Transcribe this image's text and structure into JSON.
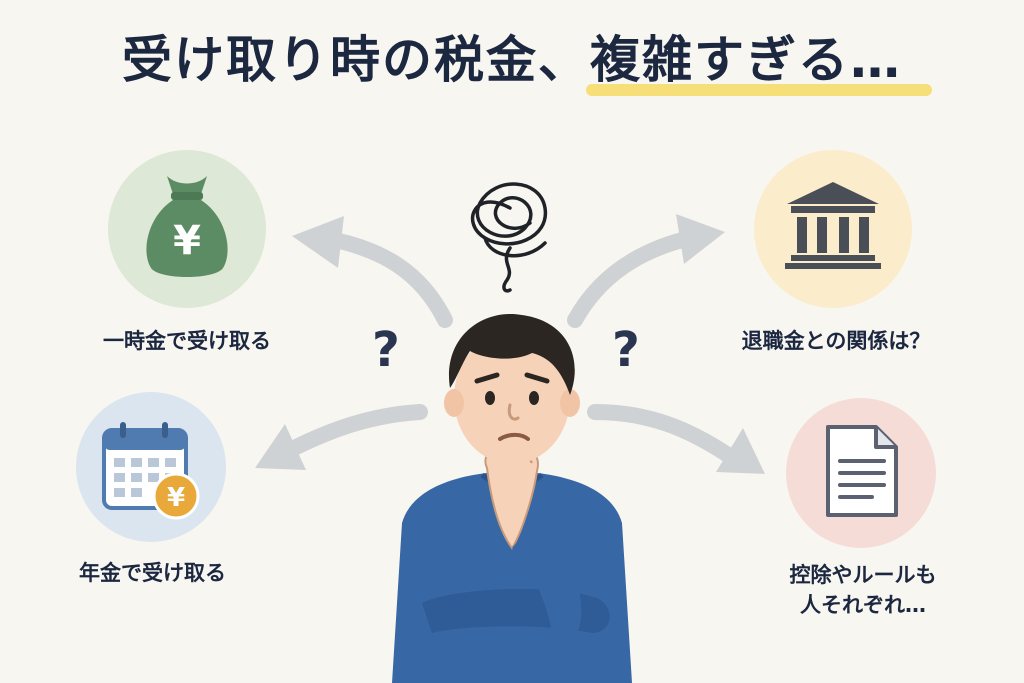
{
  "title": {
    "main": "受け取り時の税金、",
    "emphasis": "複雑すぎる…"
  },
  "options": {
    "lump_sum": {
      "label": "一時金で受け取る",
      "icon": "money-bag-yen-icon",
      "symbol": "¥"
    },
    "pension": {
      "label": "年金で受け取る",
      "icon": "calendar-yen-icon",
      "symbol": "¥"
    },
    "retirement": {
      "label": "退職金との関係は？",
      "icon": "bank-building-icon"
    },
    "deduction": {
      "label_line1": "控除やルールも",
      "label_line2": "人それぞれ…",
      "icon": "document-icon"
    }
  },
  "question_marks": [
    "?",
    "?"
  ],
  "colors": {
    "title": "#1c2740",
    "highlight": "#f5dc6a",
    "green_circle": "#dde8d6",
    "blue_circle": "#dae5f0",
    "yellow_circle": "#fbeccb",
    "pink_circle": "#f6dcd6",
    "arrow": "#cfd2d4",
    "shirt": "#3867a6"
  }
}
